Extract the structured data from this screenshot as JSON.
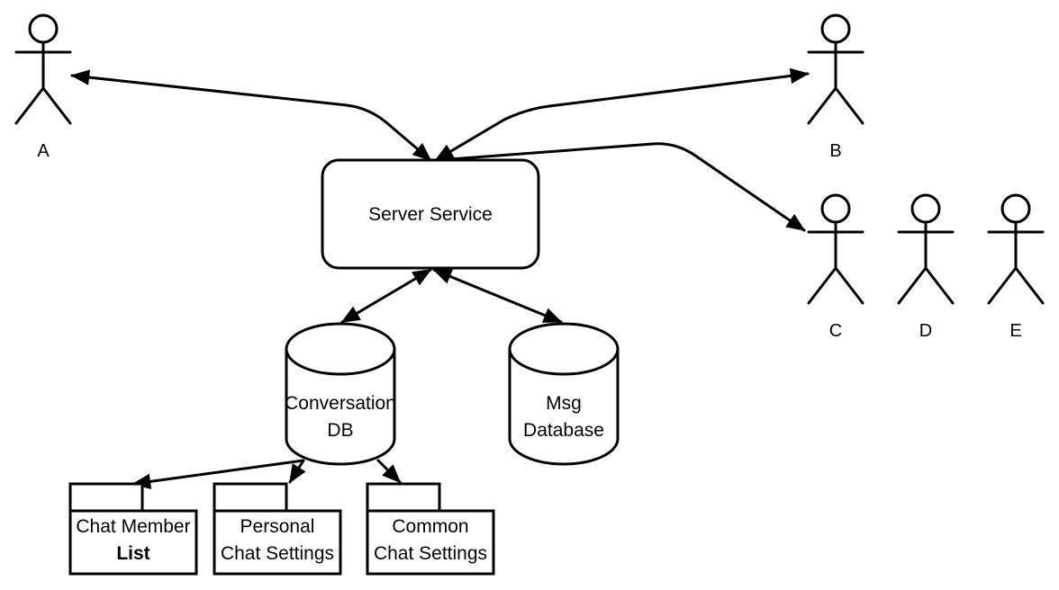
{
  "actors": {
    "a": "A",
    "b": "B",
    "c": "C",
    "d": "D",
    "e": "E"
  },
  "server": {
    "label": "Server Service"
  },
  "conversation_db": {
    "line1": "Conversation",
    "line2": "DB"
  },
  "msg_db": {
    "line1": "Msg",
    "line2": "Database"
  },
  "packages": {
    "chat_member": {
      "line1": "Chat Member",
      "line2": "List"
    },
    "personal": {
      "line1": "Personal",
      "line2": "Chat Settings"
    },
    "common": {
      "line1": "Common",
      "line2": "Chat Settings"
    }
  }
}
